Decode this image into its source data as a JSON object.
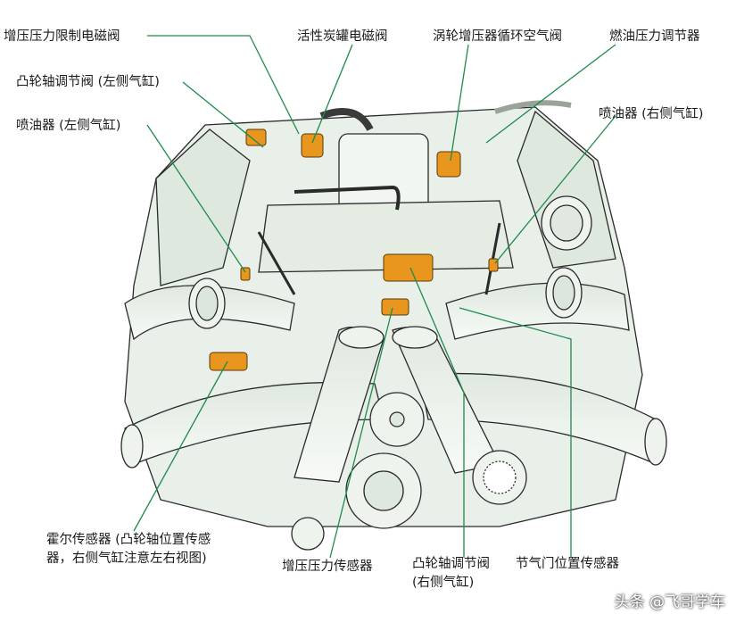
{
  "labels": {
    "boost_limit_valve": "增压压力限制电磁阀",
    "carbon_canister_valve": "活性炭罐电磁阀",
    "turbo_recirc_valve": "涡轮增压器循环空气阀",
    "fuel_pressure_regulator": "燃油压力调节器",
    "camshaft_valve_left": "凸轮轴调节阀 (左侧气缸)",
    "injector_left": "喷油器 (左侧气缸)",
    "injector_right": "喷油器 (右侧气缸)",
    "hall_sensor": "霍尔传感器 (凸轮轴位置传感器，右侧气缸注意左右视图)",
    "boost_pressure_sensor": "增压压力传感器",
    "camshaft_valve_right": "凸轮轴调节阀 (右侧气缸)",
    "throttle_position_sensor": "节气门位置传感器"
  },
  "watermark": "头条 @飞哥学车",
  "colors": {
    "leader_line": "#1e8a4c",
    "component_fill": "#e8961e",
    "engine_fill": "#eef3ee",
    "outline": "#2a2a2a"
  }
}
